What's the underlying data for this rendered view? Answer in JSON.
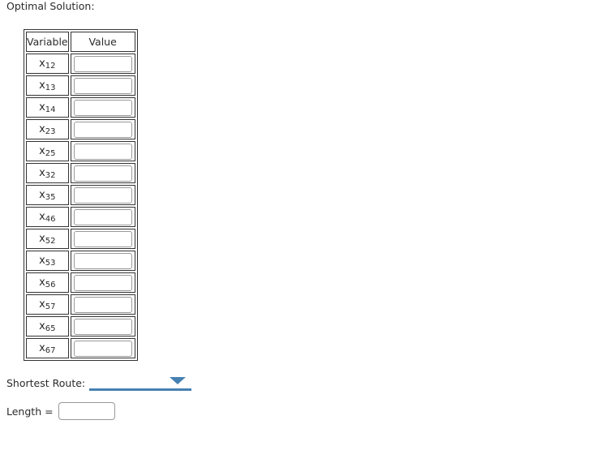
{
  "header": {
    "title": "Optimal Solution:"
  },
  "table": {
    "headers": [
      "Variable",
      "Value"
    ],
    "rows": [
      {
        "base": "x",
        "sub": "12",
        "value": ""
      },
      {
        "base": "x",
        "sub": "13",
        "value": ""
      },
      {
        "base": "x",
        "sub": "14",
        "value": ""
      },
      {
        "base": "x",
        "sub": "23",
        "value": ""
      },
      {
        "base": "x",
        "sub": "25",
        "value": ""
      },
      {
        "base": "x",
        "sub": "32",
        "value": ""
      },
      {
        "base": "x",
        "sub": "35",
        "value": ""
      },
      {
        "base": "x",
        "sub": "46",
        "value": ""
      },
      {
        "base": "x",
        "sub": "52",
        "value": ""
      },
      {
        "base": "x",
        "sub": "53",
        "value": ""
      },
      {
        "base": "x",
        "sub": "56",
        "value": ""
      },
      {
        "base": "x",
        "sub": "57",
        "value": ""
      },
      {
        "base": "x",
        "sub": "65",
        "value": ""
      },
      {
        "base": "x",
        "sub": "67",
        "value": ""
      }
    ]
  },
  "shortest_route": {
    "label": "Shortest Route:",
    "selected_value": ""
  },
  "length": {
    "label": "Length =",
    "value": ""
  },
  "icons": {
    "dropdown_arrow": "triangle-down"
  },
  "colors": {
    "accent_blue": "#4681b4",
    "table_border": "#333333",
    "input_border": "#999999"
  }
}
